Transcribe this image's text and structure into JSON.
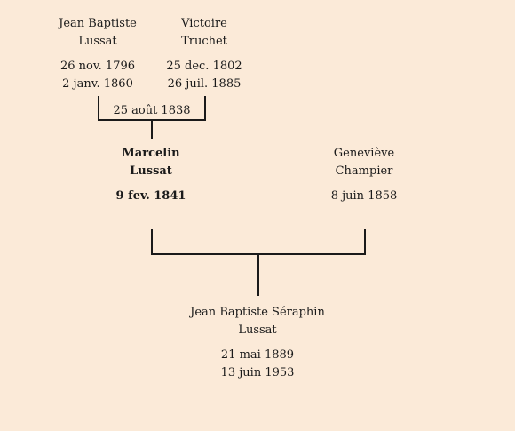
{
  "paternal_grandfather": {
    "first": "Jean Baptiste",
    "last": "Lussat",
    "birth": "26 nov. 1796",
    "death": "2 janv. 1860"
  },
  "paternal_grandmother": {
    "first": "Victoire",
    "last": "Truchet",
    "birth": "25 dec. 1802",
    "death": "26 juil. 1885"
  },
  "grandparents_marriage": "25 août 1838",
  "father": {
    "first": "Marcelin",
    "last": "Lussat",
    "birth": "9 fev. 1841"
  },
  "mother": {
    "first": "Geneviève",
    "last": "Champier",
    "birth": "8 juin 1858"
  },
  "subject": {
    "first": "Jean Baptiste Séraphin",
    "last": "Lussat",
    "birth": "21 mai 1889",
    "death": "13 juin 1953"
  }
}
